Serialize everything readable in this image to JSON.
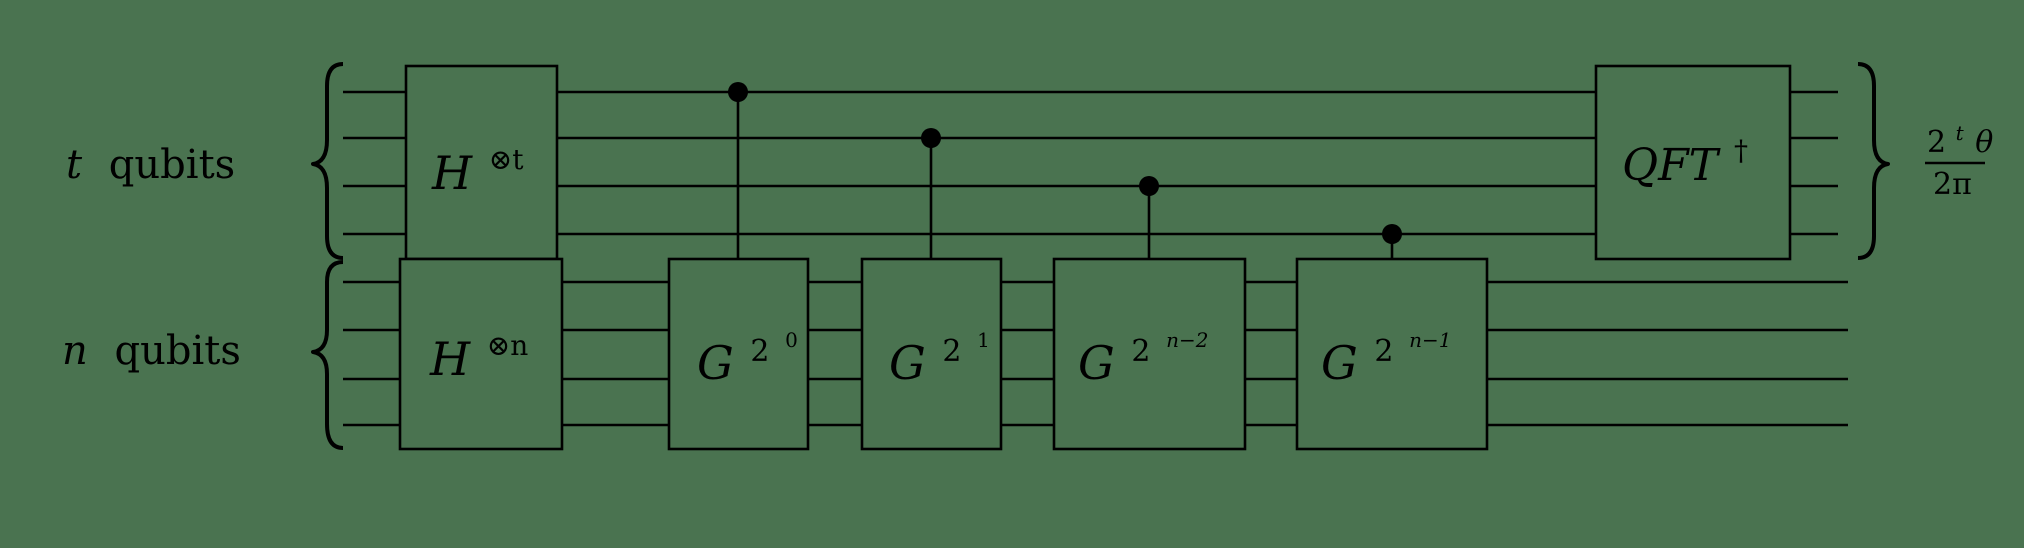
{
  "registers": {
    "t": {
      "symbol": "t",
      "word": "qubits"
    },
    "n": {
      "symbol": "n",
      "word": "qubits"
    }
  },
  "gates": {
    "hadamard_t": {
      "base": "H",
      "sup": "⊗t"
    },
    "hadamard_n": {
      "base": "H",
      "sup": "⊗n"
    },
    "g0": {
      "base": "G",
      "sup1": "2",
      "sup2": "0"
    },
    "g1": {
      "base": "G",
      "sup1": "2",
      "sup2": "1"
    },
    "g2": {
      "base": "G",
      "sup1": "2",
      "sup2": "n−2"
    },
    "g3": {
      "base": "G",
      "sup1": "2",
      "sup2": "n−1"
    },
    "qft": {
      "base": "QFT",
      "sup": "†"
    }
  },
  "output": {
    "numerator_base": "2",
    "numerator_exp": "t",
    "numerator_var": "θ",
    "denominator": "2π"
  }
}
